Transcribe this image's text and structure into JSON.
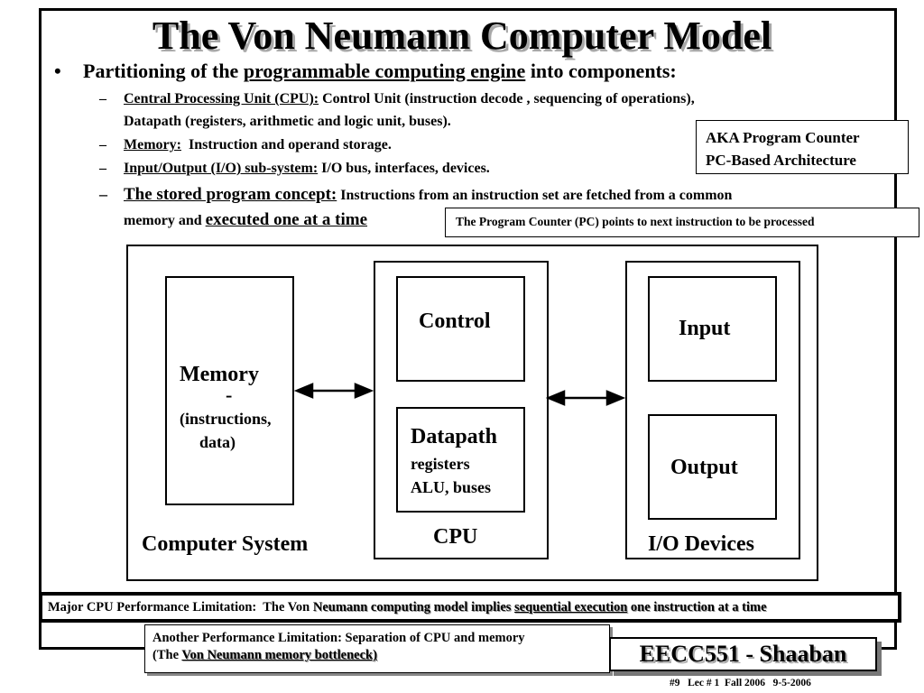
{
  "slide": {
    "title": "The Von Neumann Computer Model",
    "bullet": {
      "marker": "•",
      "pre": "Partitioning of the",
      "underlined": "programmable computing engine",
      "post": "into components:"
    },
    "subs": [
      {
        "dash": "–",
        "label": "Central Processing Unit (CPU):",
        "text": " Control Unit (instruction decode , sequencing of operations),",
        "line2": "Datapath (registers, arithmetic and logic unit, buses)."
      },
      {
        "dash": "–",
        "label": "Memory:",
        "text": "  Instruction and operand storage."
      },
      {
        "dash": "–",
        "label": "Input/Output (I/O) sub-system:",
        "text": " I/O bus, interfaces, devices."
      },
      {
        "dash": "–",
        "label": "The stored program concept:",
        "text": " Instructions from an instruction set are fetched from a common",
        "line2_pre": "memory and",
        "line2_u": "executed one at a time"
      }
    ],
    "aka_box": {
      "line1": "AKA Program Counter",
      "line2": "PC-Based Architecture"
    },
    "pc_box": "The Program Counter (PC) points to next instruction to be processed",
    "diagram": {
      "memory": {
        "title": "Memory",
        "dash": "-",
        "detail1": "(instructions,",
        "detail2": "data)"
      },
      "control": "Control",
      "datapath": {
        "title": "Datapath",
        "l1": "registers",
        "l2": "ALU, buses"
      },
      "input": "Input",
      "output": "Output",
      "cpu_label": "CPU",
      "io_label": "I/O Devices",
      "system_label": "Computer System"
    },
    "footer": {
      "pre": "Major CPU Performance Limitation:  The Von ",
      "mid": "Neumann computing model implies ",
      "u": "sequential execution",
      "post": " one instruction at a time"
    },
    "note2": {
      "line1": "Another Performance Limitation: Separation of CPU and memory",
      "line2_pre": "(The ",
      "line2_u": "Von Neumann memory bottleneck)"
    },
    "brand": "EECC551 - Shaaban",
    "slide_no": "#9   Lec # 1  Fall 2006   9-5-2006"
  }
}
